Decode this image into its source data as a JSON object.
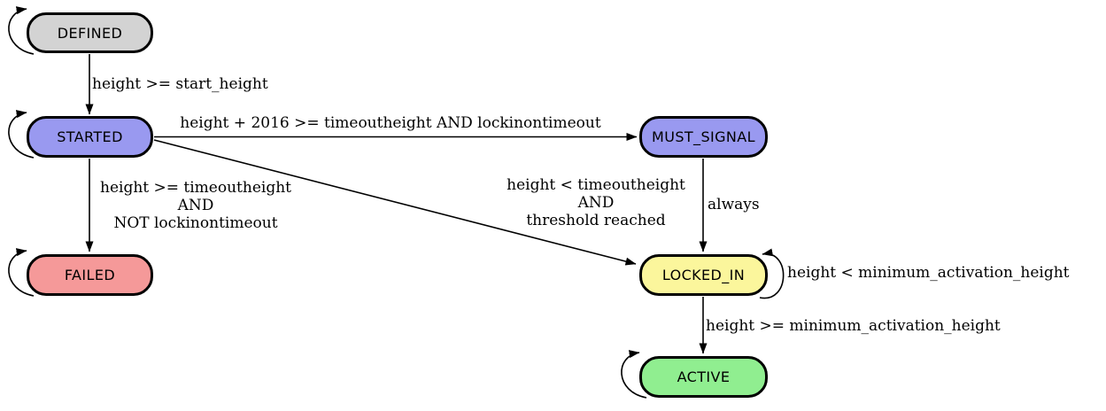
{
  "states": {
    "defined": {
      "label": "DEFINED",
      "fill": "#d3d3d3"
    },
    "started": {
      "label": "STARTED",
      "fill": "#9999f0"
    },
    "must_signal": {
      "label": "MUST_SIGNAL",
      "fill": "#9999f0"
    },
    "failed": {
      "label": "FAILED",
      "fill": "#f59999"
    },
    "locked_in": {
      "label": "LOCKED_IN",
      "fill": "#fbf69c"
    },
    "active": {
      "label": "ACTIVE",
      "fill": "#90ee90"
    }
  },
  "edges": {
    "defined_to_started": {
      "label": "height >= start_height"
    },
    "started_to_must_signal": {
      "label": "height + 2016 >= timeoutheight AND lockinontimeout"
    },
    "started_to_failed": {
      "lines": [
        "height >= timeoutheight",
        "AND",
        "NOT lockinontimeout"
      ]
    },
    "started_to_locked_in": {
      "lines": [
        "height < timeoutheight",
        "AND",
        "threshold reached"
      ]
    },
    "must_signal_to_locked_in": {
      "label": "always"
    },
    "locked_in_self": {
      "label": "height < minimum_activation_height"
    },
    "locked_in_to_active": {
      "label": "height >= minimum_activation_height"
    }
  },
  "colors": {
    "edge_stroke": "#000000",
    "node_border": "#000000",
    "background": "#ffffff"
  }
}
